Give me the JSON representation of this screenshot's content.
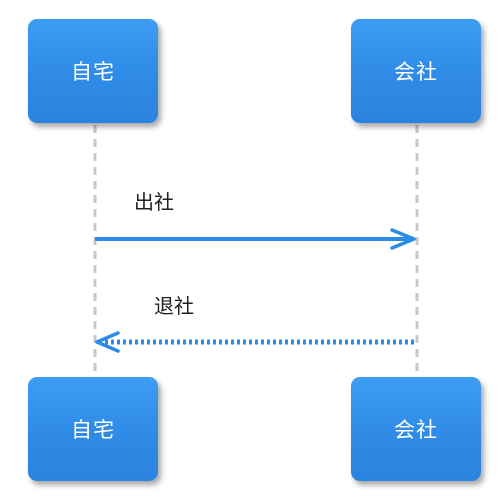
{
  "participants": [
    {
      "id": "home",
      "label": "自宅"
    },
    {
      "id": "office",
      "label": "会社"
    }
  ],
  "messages": [
    {
      "from": "home",
      "to": "office",
      "label": "出社",
      "style": "solid"
    },
    {
      "from": "office",
      "to": "home",
      "label": "退社",
      "style": "dotted"
    }
  ],
  "colors": {
    "box_fill": "#2f8be6",
    "box_text": "#ffffff",
    "arrow": "#2b8ce8",
    "lifeline": "#c8c8c8",
    "label_text": "#222222"
  }
}
